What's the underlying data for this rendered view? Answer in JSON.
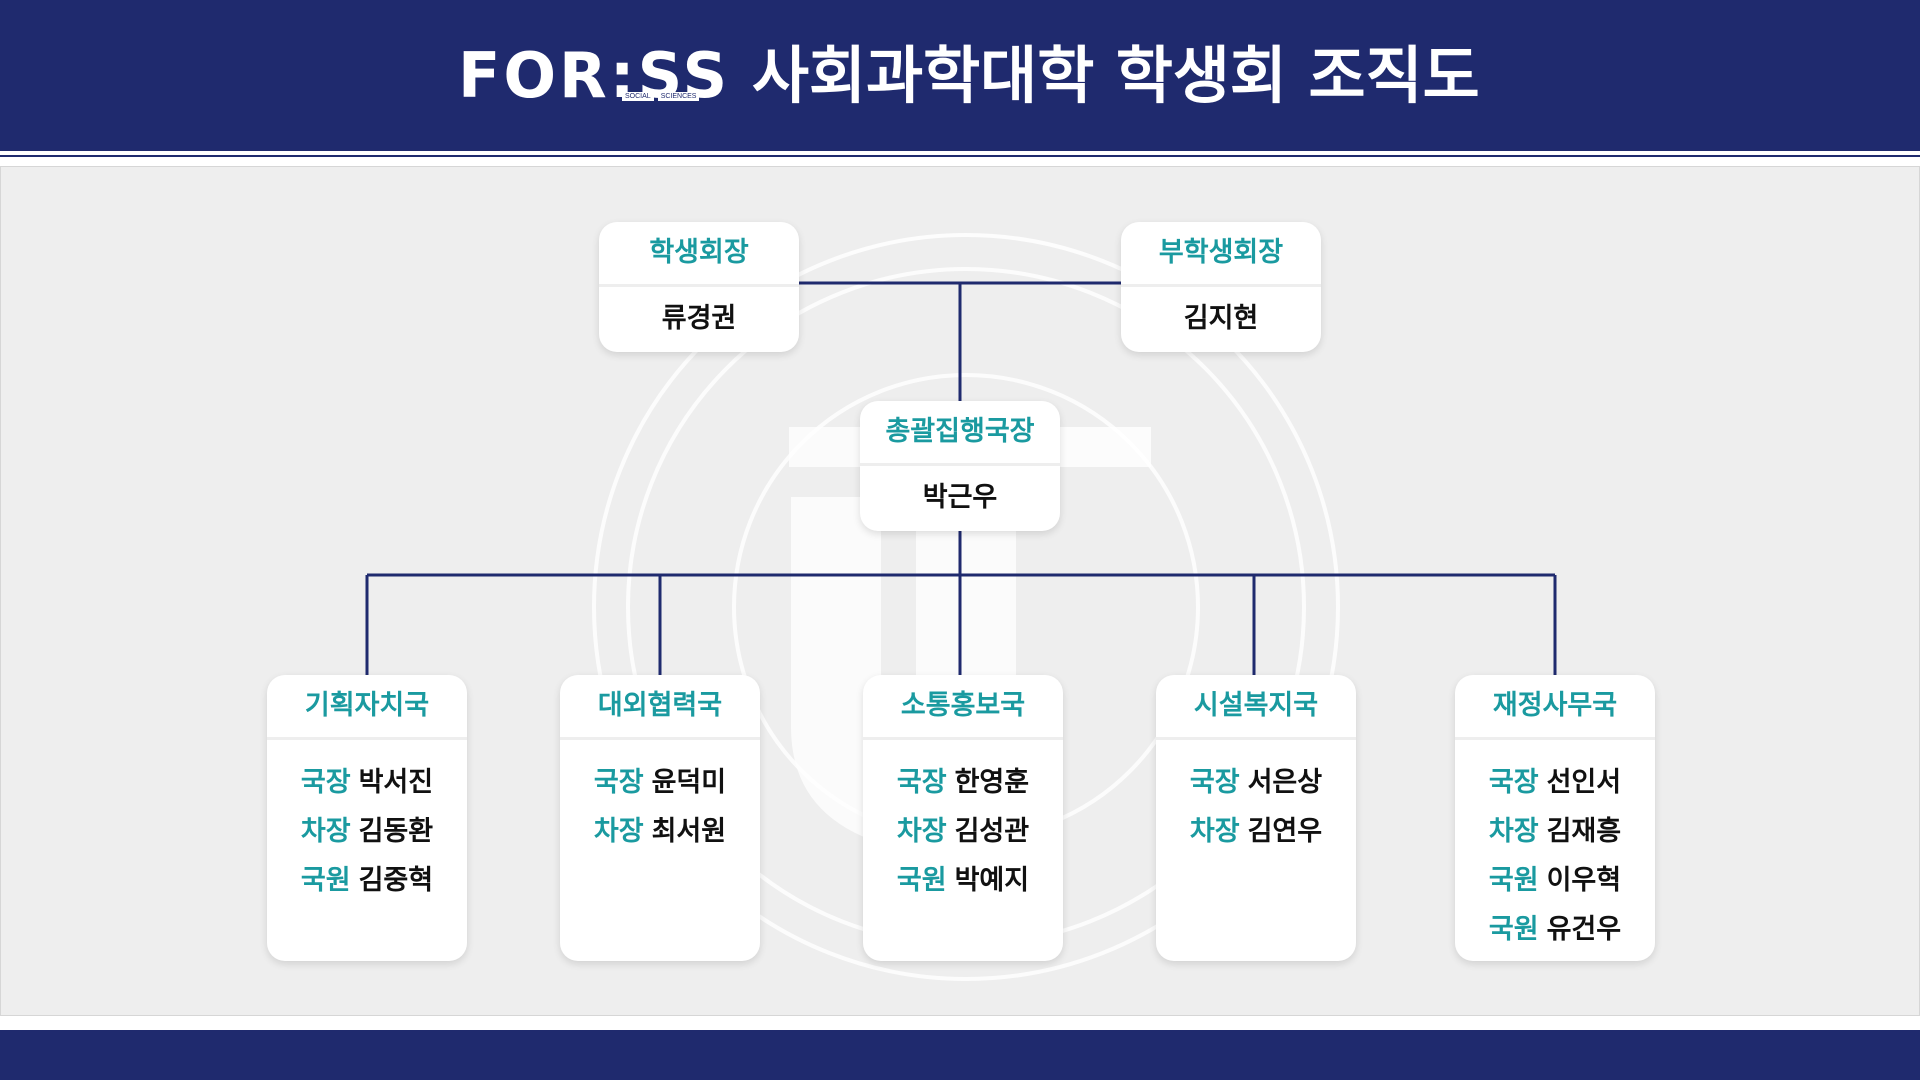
{
  "header": {
    "logo_text": "FOR:SS",
    "logo_sub_1": "SOCIAL",
    "logo_sub_2": "SCIENCES",
    "title": "사회과학대학 학생회 조직도"
  },
  "colors": {
    "navy": "#1f2a6e",
    "teal": "#1a9aa0",
    "background": "#eeeeee",
    "card": "#ffffff"
  },
  "org": {
    "president": {
      "title": "학생회장",
      "name": "류경권"
    },
    "vice_president": {
      "title": "부학생회장",
      "name": "김지현"
    },
    "executive_director": {
      "title": "총괄집행국장",
      "name": "박근우"
    },
    "departments": [
      {
        "title": "기획자치국",
        "members": [
          {
            "role": "국장",
            "name": "박서진"
          },
          {
            "role": "차장",
            "name": "김동환"
          },
          {
            "role": "국원",
            "name": "김중혁"
          }
        ]
      },
      {
        "title": "대외협력국",
        "members": [
          {
            "role": "국장",
            "name": "윤덕미"
          },
          {
            "role": "차장",
            "name": "최서원"
          }
        ]
      },
      {
        "title": "소통홍보국",
        "members": [
          {
            "role": "국장",
            "name": "한영훈"
          },
          {
            "role": "차장",
            "name": "김성관"
          },
          {
            "role": "국원",
            "name": "박예지"
          }
        ]
      },
      {
        "title": "시설복지국",
        "members": [
          {
            "role": "국장",
            "name": "서은상"
          },
          {
            "role": "차장",
            "name": "김연우"
          }
        ]
      },
      {
        "title": "재정사무국",
        "members": [
          {
            "role": "국장",
            "name": "선인서"
          },
          {
            "role": "차장",
            "name": "김재흥"
          },
          {
            "role": "국원",
            "name": "이우혁"
          },
          {
            "role": "국원",
            "name": "유건우"
          }
        ]
      }
    ]
  }
}
